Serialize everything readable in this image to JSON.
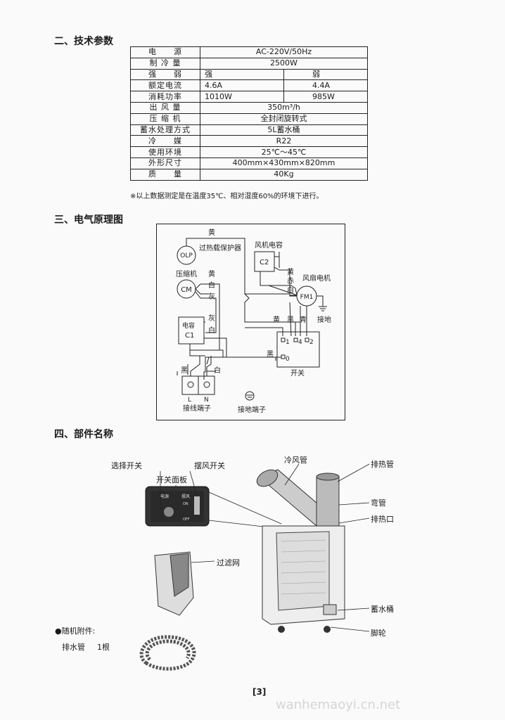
{
  "section2": {
    "title": "二、技术参数"
  },
  "spec_table": {
    "rows": [
      {
        "label": "电　　源",
        "value": "AC-220V/50Hz"
      },
      {
        "label": "制 冷 量",
        "value": "2500W"
      },
      {
        "label": "强　　弱",
        "v1": "强",
        "v2": "弱"
      },
      {
        "label": "额定电流",
        "v1": "4.6A",
        "v2": "4.4A"
      },
      {
        "label": "消耗功率",
        "v1": "1010W",
        "v2": "985W"
      },
      {
        "label": "出 风 量",
        "value": "350m³/h"
      },
      {
        "label": "压 缩 机",
        "value": "全封闭旋转式"
      },
      {
        "label": "蓄水处理方式",
        "value": "5L蓄水桶"
      },
      {
        "label": "冷　　媒",
        "value": "R22"
      },
      {
        "label": "使用环境",
        "value": "25℃～45℃"
      },
      {
        "label": "外形尺寸",
        "value": "400mm×430mm×820mm"
      },
      {
        "label": "质　　量",
        "value": "40Kg"
      }
    ],
    "note": "※以上数据测定是在温度35℃、相对湿度60%的环境下进行。"
  },
  "section3": {
    "title": "三、电气原理图"
  },
  "diagram": {
    "olp": "OLP",
    "olp_desc": "过热载保护器",
    "cm": "CM",
    "cm_desc": "压缩机",
    "c1": "C1",
    "c1_desc": "电容",
    "c2": "C2",
    "c2_desc": "风机电容",
    "fm1": "FM1",
    "fm1_desc": "风扇电机",
    "ground": "接地",
    "switch": "开关",
    "terminal": "接线端子",
    "ground_terminal": "接地端子",
    "L": "L",
    "N": "N",
    "yellow": "黄",
    "white": "白",
    "grey": "灰",
    "black": "黑",
    "red": "赤",
    "cyan": "青",
    "p1": "1",
    "p4": "4",
    "p2": "2",
    "p0": "0"
  },
  "section4": {
    "title": "四、部件名称"
  },
  "parts": {
    "select_switch": "选择开关",
    "swing_switch": "摆风开关",
    "switch_panel": "开关面板",
    "cold_duct": "冷风管",
    "exhaust_duct": "排热管",
    "elbow": "弯管",
    "exhaust_port": "排热口",
    "filter": "过滤网",
    "water_tank": "蓄水桶",
    "caster": "脚轮",
    "panel_power": "电源",
    "panel_swing": "摆风",
    "panel_on": "ON",
    "panel_off": "OFF"
  },
  "accessories": {
    "title": "●随机附件:",
    "item": "排水管",
    "qty": "1根"
  },
  "page_number": "[3]",
  "watermark": "wanhemaoyi.cn.net"
}
